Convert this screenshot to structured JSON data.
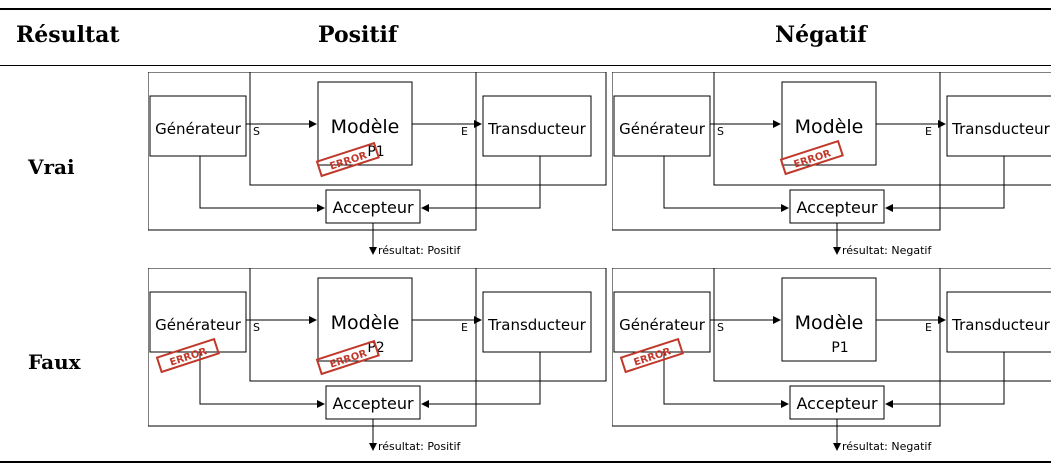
{
  "table": {
    "header": {
      "col0": "Résultat",
      "col1": "Positif",
      "col2": "Négatif"
    },
    "rows": [
      {
        "label": "Vrai"
      },
      {
        "label": "Faux"
      }
    ]
  },
  "diagrams": [
    {
      "generator": "Générateur",
      "model": "Modèle",
      "model_sub": "P1",
      "transducer": "Transducteur",
      "acceptor": "Accepteur",
      "port_s": "S",
      "port_e": "E",
      "result": "résultat: Positif",
      "stamp": "ERROR"
    },
    {
      "generator": "Générateur",
      "model": "Modèle",
      "model_sub": "",
      "transducer": "Transducteur",
      "acceptor": "Accepteur",
      "port_s": "S",
      "port_e": "E",
      "result": "résultat: Negatif",
      "stamp": "ERROR"
    },
    {
      "generator": "Générateur",
      "model": "Modèle",
      "model_sub": "P2",
      "transducer": "Transducteur",
      "acceptor": "Accepteur",
      "port_s": "S",
      "port_e": "E",
      "result": "résultat: Positif",
      "stamp": "ERROR"
    },
    {
      "generator": "Générateur",
      "model": "Modèle",
      "model_sub": "P1",
      "transducer": "Transducteur",
      "acceptor": "Accepteur",
      "port_s": "S",
      "port_e": "E",
      "result": "résultat: Negatif",
      "stamp": "ERROR"
    }
  ],
  "stamp_color": "#c0392b"
}
